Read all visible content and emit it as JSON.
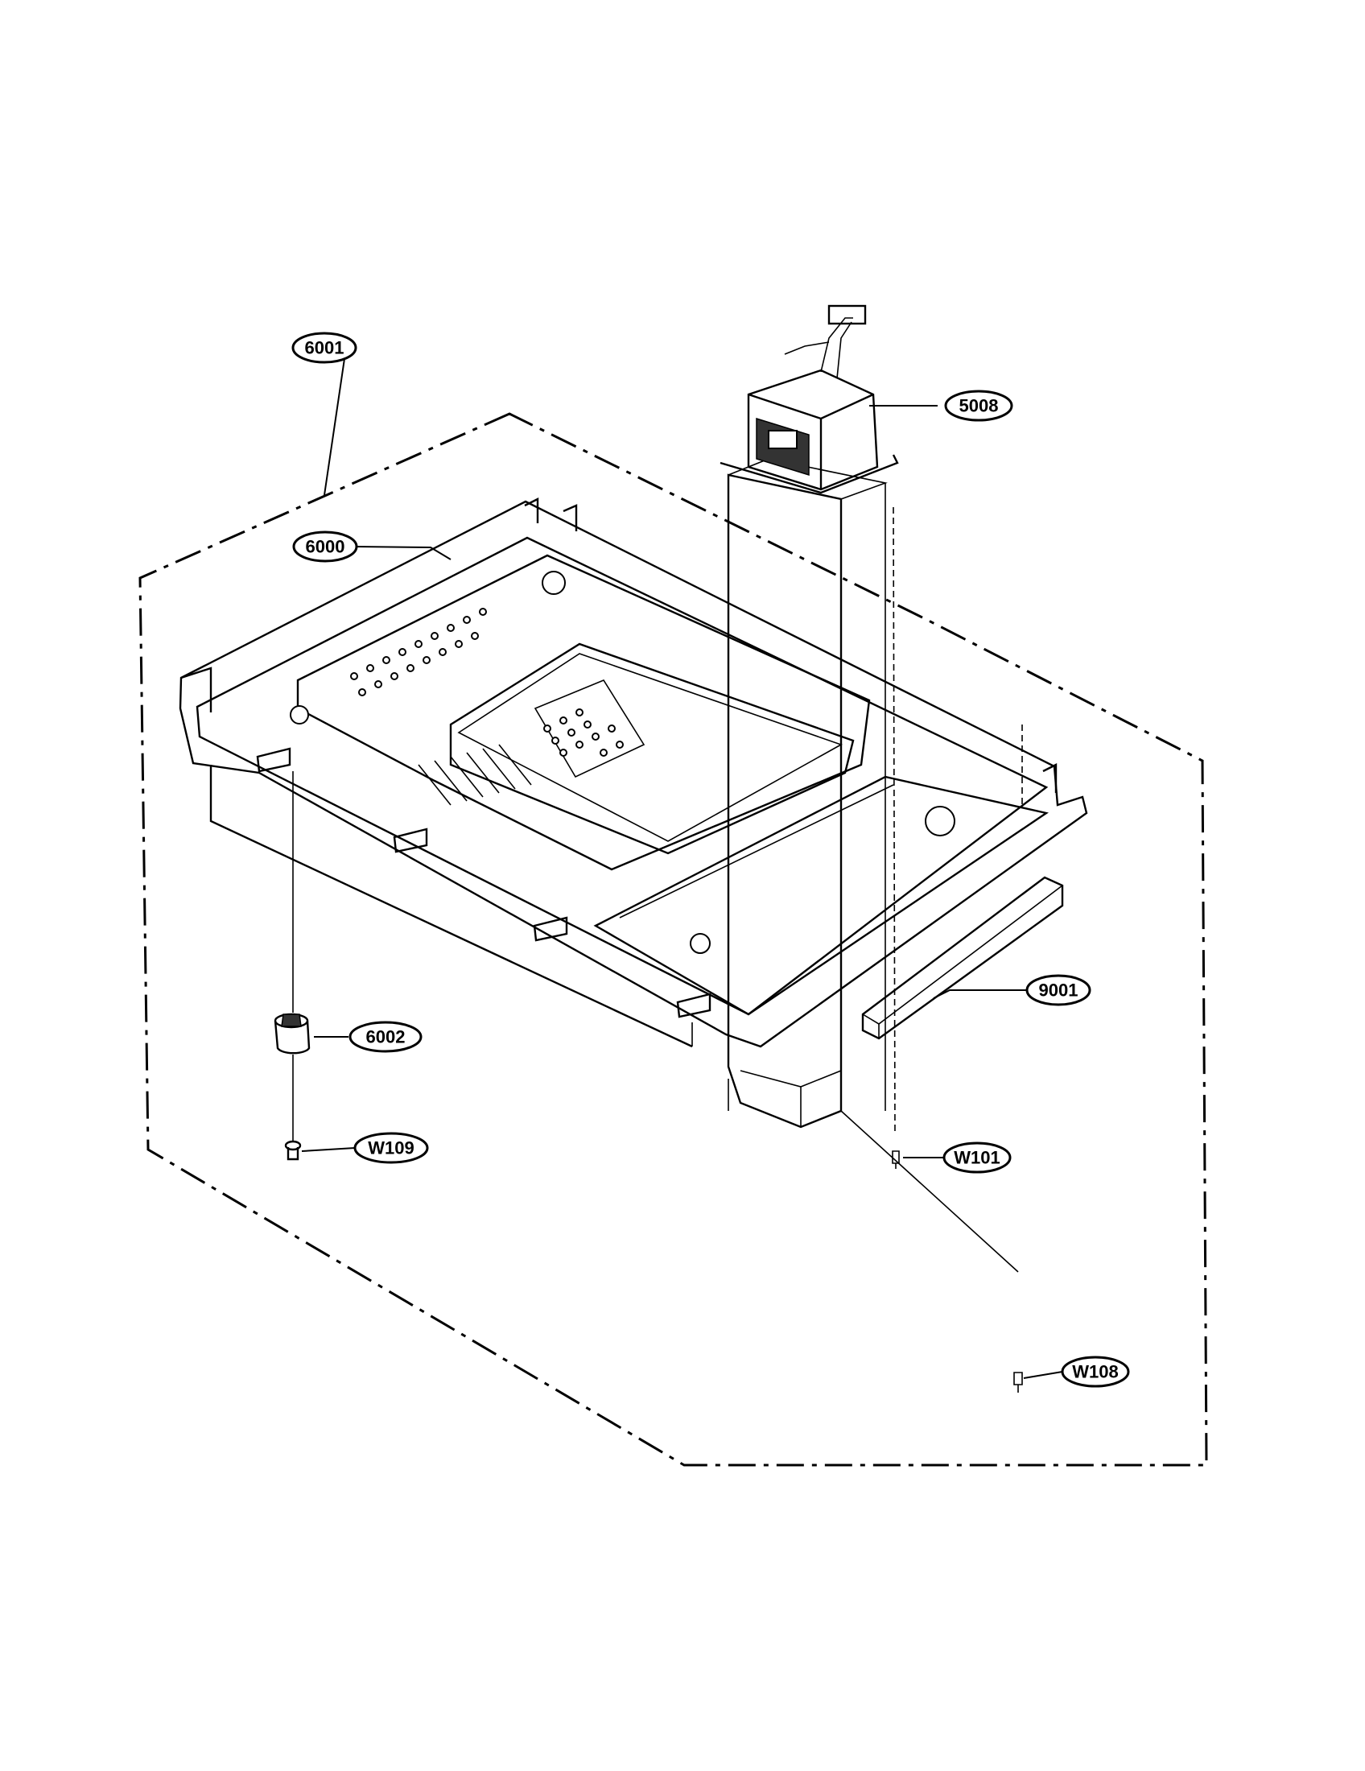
{
  "labels": {
    "l6001": "6001",
    "l6000": "6000",
    "l5008": "5008",
    "l9001": "9001",
    "l6002": "6002",
    "lW109": "W109",
    "lW101": "W101",
    "lW108": "W108"
  }
}
